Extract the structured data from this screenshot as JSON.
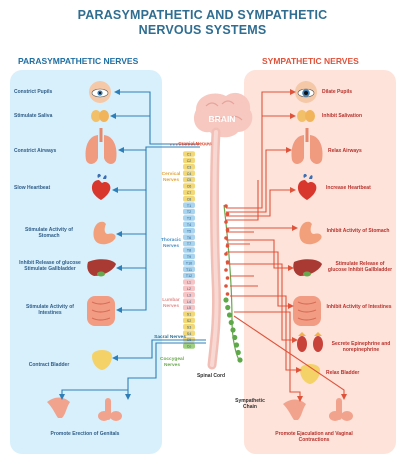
{
  "title_line1": "PARASYMPATHETIC AND SYMPATHETIC",
  "title_line2": "NERVOUS SYSTEMS",
  "left_panel": {
    "heading": "PARASYMPATHETIC NERVES",
    "labels": {
      "pupils": "Constrict Pupils",
      "saliva": "Stimulate Saliva",
      "airways": "Constrict Airways",
      "heart": "Slow Heartbeat",
      "stomach": "Stimulate Activity of Stomach",
      "glucose": "Inhibit Release of glucose Stimulate Gallbladder",
      "intestines": "Stimulate Activity of Intestines",
      "bladder": "Contract Bladder",
      "genitals": "Promote Erection of Genitals"
    }
  },
  "right_panel": {
    "heading": "SYMPATHETIC NERVES",
    "labels": {
      "pupils": "Dilate Pupils",
      "saliva": "Inhibit Salivation",
      "airways": "Relax Airways",
      "heart": "Increase Heartbeat",
      "stomach": "Inhibit Activity of Stomach",
      "glucose": "Stimulate Release of glucose Inhibit Gallbladder",
      "intestines": "Inhibit Activity of Intestines",
      "adrenal": "Secrete Epinephrine and norepinephrine",
      "bladder": "Relax Bladder",
      "genitals": "Promote Ejaculation and Vaginal Contractions"
    }
  },
  "center": {
    "brain": "BRAIN",
    "cranial": "Cranial Nerves",
    "cervical": "Cervical Nerves",
    "thoracic": "Thoracic Nerves",
    "lumbar": "Lumbar Nerves",
    "sacral": "Sacral Nerves",
    "coccygeal": "Coccygeal Nerves",
    "spinal_cord": "Spinal Cord",
    "sympathetic_chain": "Sympathetic Chain"
  },
  "vertebrae": [
    "C1",
    "C2",
    "C3",
    "C4",
    "C5",
    "C6",
    "C7",
    "C8",
    "T1",
    "T2",
    "T3",
    "T4",
    "T5",
    "T6",
    "T7",
    "T8",
    "T9",
    "T10",
    "T11",
    "T12",
    "L1",
    "L2",
    "L3",
    "L4",
    "L5",
    "S1",
    "S2",
    "S3",
    "S4",
    "S5",
    "Co"
  ],
  "colors": {
    "left_bg": "#d8f0fb",
    "right_bg": "#fde3da",
    "left_text": "#1f6fa3",
    "right_text": "#e0533b",
    "left_line": "#2e7fb8",
    "right_line": "#e0533b",
    "title": "#2f6d91"
  }
}
